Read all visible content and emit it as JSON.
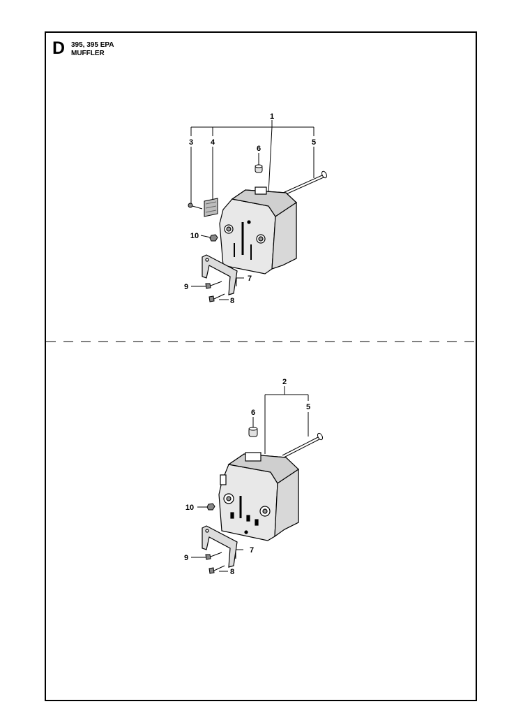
{
  "header": {
    "section_letter": "D",
    "model": "395, 395 EPA",
    "title": "MUFFLER"
  },
  "top_assembly": {
    "labels": {
      "p1": "1",
      "p3": "3",
      "p4": "4",
      "p5": "5",
      "p6": "6",
      "p10": "10",
      "p9": "9",
      "p7": "7",
      "p8": "8"
    }
  },
  "bottom_assembly": {
    "labels": {
      "p2": "2",
      "p5": "5",
      "p6": "6",
      "p10": "10",
      "p9": "9",
      "p7": "7",
      "p8": "8"
    }
  }
}
